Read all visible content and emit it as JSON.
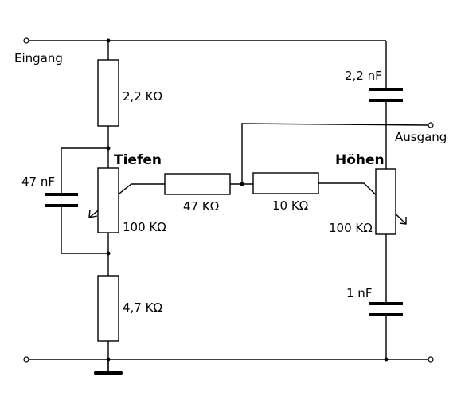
{
  "labels": {
    "eingang": "Eingang",
    "ausgang": "Ausgang",
    "tiefen": "Tiefen",
    "hoehen": "Höhen",
    "r_top": "2,2 KΩ",
    "r_bottom": "4,7 KΩ",
    "pot_left": "100 KΩ",
    "pot_right": "100 KΩ",
    "r_mid_left": "47 KΩ",
    "r_mid_right": "10 KΩ",
    "c_left": "47 nF",
    "c_top_right": "2,2 nF",
    "c_bottom_right": "1 nF"
  }
}
